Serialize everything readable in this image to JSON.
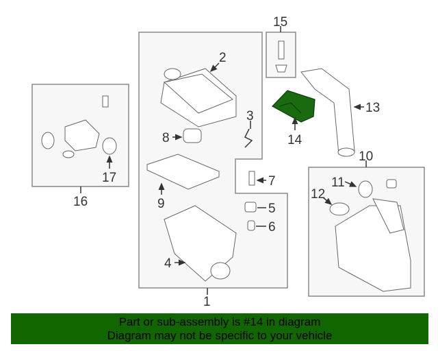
{
  "diagram": {
    "callouts": {
      "c1": "1",
      "c2": "2",
      "c3": "3",
      "c4": "4",
      "c5": "5",
      "c6": "6",
      "c7": "7",
      "c8": "8",
      "c9": "9",
      "c10": "10",
      "c11": "11",
      "c12": "12",
      "c13": "13",
      "c14": "14",
      "c15": "15",
      "c16": "16",
      "c17": "17"
    },
    "highlight_color": "#1a6b10"
  },
  "banner": {
    "line1": "Part or sub-assembly is #14 in diagram",
    "line2": "Diagram may not be specific to your vehicle",
    "color": "#116600"
  }
}
